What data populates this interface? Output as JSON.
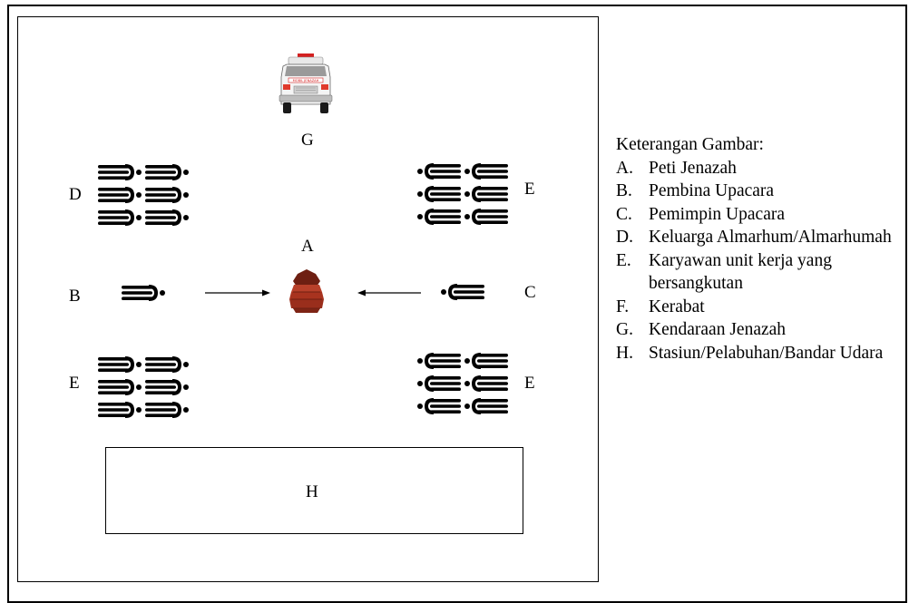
{
  "diagram": {
    "labels": {
      "G": "G",
      "A": "A",
      "B": "B",
      "C": "C",
      "D": "D",
      "E_top": "E",
      "E_left": "E",
      "E_bottom": "E",
      "H": "H"
    },
    "ambulance_text": "MOBIL JENAZAH"
  },
  "legend": {
    "title": "Keterangan Gambar:",
    "items": [
      {
        "letter": "A.",
        "text": "Peti Jenazah"
      },
      {
        "letter": "B.",
        "text": "Pembina Upacara"
      },
      {
        "letter": "C.",
        "text": "Pemimpin Upacara"
      },
      {
        "letter": "D.",
        "text": "Keluarga Almarhum/Almarhumah"
      },
      {
        "letter": "E.",
        "text": "Karyawan unit kerja yang bersangkutan"
      },
      {
        "letter": "F.",
        "text": "Kerabat"
      },
      {
        "letter": "G.",
        "text": "Kendaraan Jenazah"
      },
      {
        "letter": "H.",
        "text": "Stasiun/Pelabuhan/Bandar Udara"
      }
    ]
  },
  "colors": {
    "coffin": "#a8331f",
    "coffin_dark": "#6e1f12",
    "ambulance_red": "#d42020"
  }
}
